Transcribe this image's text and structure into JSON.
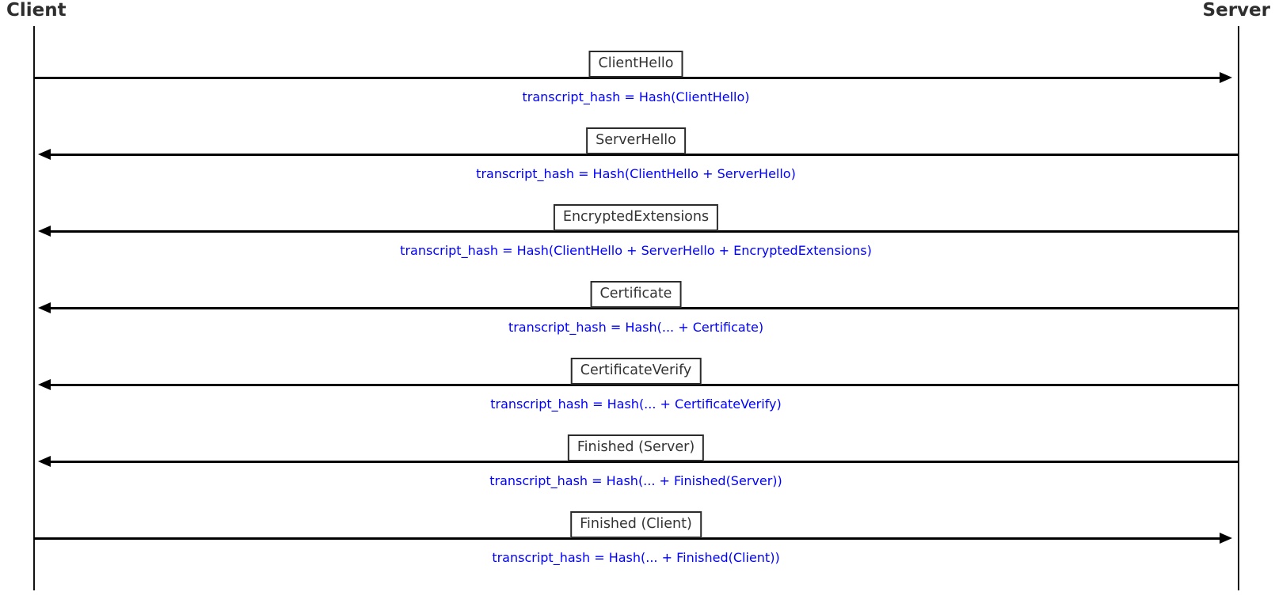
{
  "diagram": {
    "type": "sequence",
    "actors": [
      {
        "name": "Client"
      },
      {
        "name": "Server"
      }
    ],
    "messages": [
      {
        "label": "ClientHello",
        "from": "Client",
        "to": "Server",
        "direction": "right",
        "annotation": "transcript_hash = Hash(ClientHello)"
      },
      {
        "label": "ServerHello",
        "from": "Server",
        "to": "Client",
        "direction": "left",
        "annotation": "transcript_hash = Hash(ClientHello + ServerHello)"
      },
      {
        "label": "EncryptedExtensions",
        "from": "Server",
        "to": "Client",
        "direction": "left",
        "annotation": "transcript_hash = Hash(ClientHello + ServerHello + EncryptedExtensions)"
      },
      {
        "label": "Certificate",
        "from": "Server",
        "to": "Client",
        "direction": "left",
        "annotation": "transcript_hash = Hash(... + Certificate)"
      },
      {
        "label": "CertificateVerify",
        "from": "Server",
        "to": "Client",
        "direction": "left",
        "annotation": "transcript_hash = Hash(... + CertificateVerify)"
      },
      {
        "label": "Finished (Server)",
        "from": "Server",
        "to": "Client",
        "direction": "left",
        "annotation": "transcript_hash = Hash(... + Finished(Server))"
      },
      {
        "label": "Finished (Client)",
        "from": "Client",
        "to": "Server",
        "direction": "right",
        "annotation": "transcript_hash = Hash(... + Finished(Client))"
      }
    ],
    "colors": {
      "background": "#ffffff",
      "line": "#000000",
      "annotation_text": "#0000ff",
      "actor_text": "#2e2e2e",
      "box_border": "#2b2b2b",
      "box_label_text": "#333333"
    }
  }
}
